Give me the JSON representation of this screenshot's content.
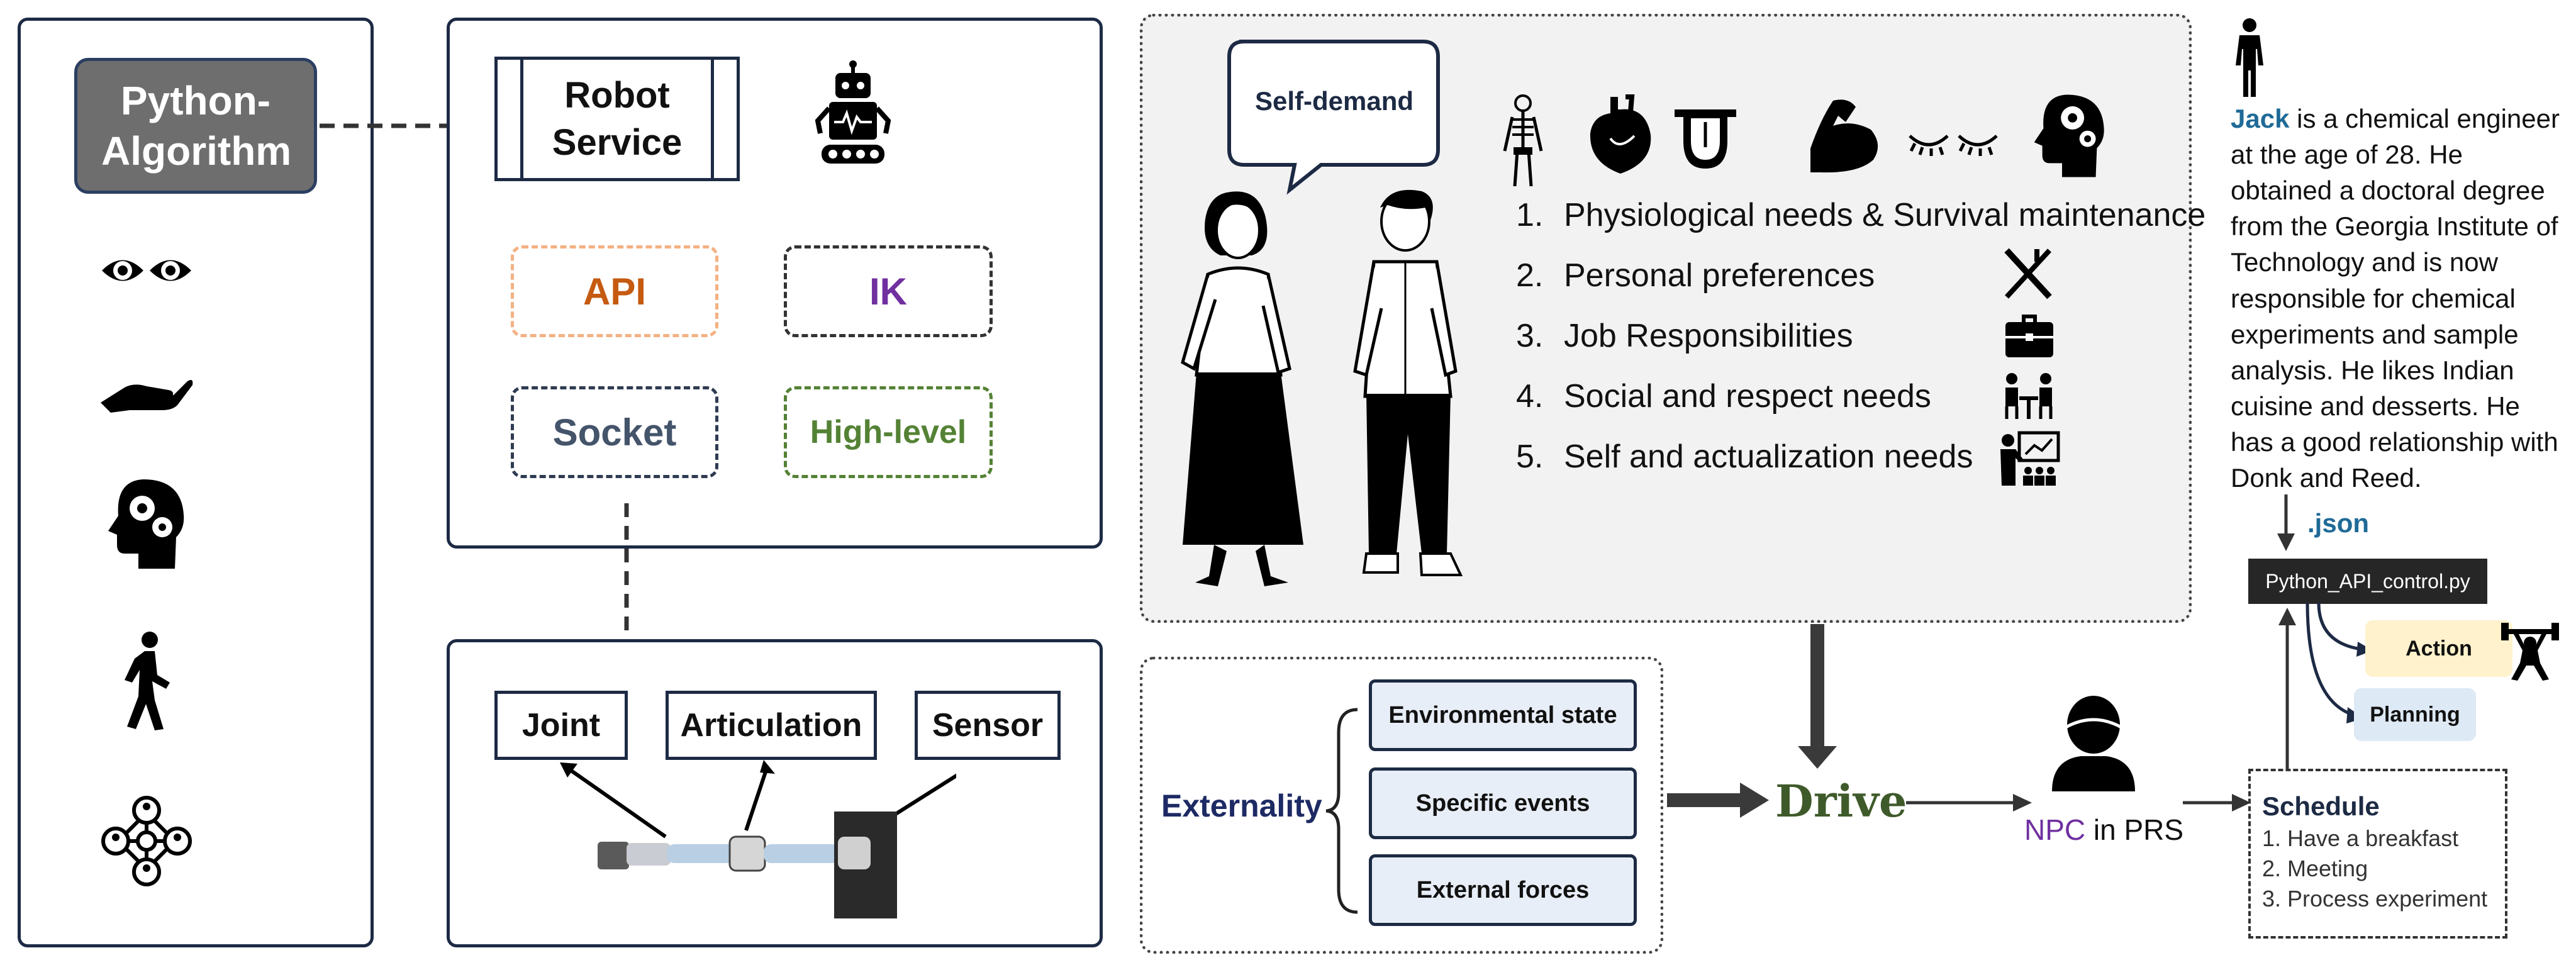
{
  "left_panel": {
    "algorithm_label": "Python-Algorithm",
    "icons": [
      "eyes-icon",
      "open-hand-icon",
      "brain-gears-icon",
      "walking-person-icon",
      "social-network-icon"
    ]
  },
  "robot_panel": {
    "service_label": "Robot Service",
    "robot_icon": "robot-icon",
    "api_label": "API",
    "ik_label": "IK",
    "socket_label": "Socket",
    "highlevel_label": "High-level",
    "colors": {
      "api": "#c55a11",
      "ik": "#7030a0",
      "socket": "#44546a",
      "highlevel": "#548235"
    }
  },
  "arm_panel": {
    "joint_label": "Joint",
    "articulation_label": "Articulation",
    "sensor_label": "Sensor"
  },
  "needs_panel": {
    "speech_label": "Self-demand",
    "needs": [
      {
        "num": "1.",
        "text": "Physiological needs & Survival maintenance"
      },
      {
        "num": "2.",
        "text": "Personal preferences"
      },
      {
        "num": "3.",
        "text": "Job Responsibilities"
      },
      {
        "num": "4.",
        "text": "Social and respect needs"
      },
      {
        "num": "5.",
        "text": "Self and actualization needs"
      }
    ],
    "icons": [
      "skeleton-icon",
      "heart-icon",
      "tongue-icon",
      "bicep-icon",
      "eyelashes-icon",
      "brain-gears-icon",
      "fork-knife-icon",
      "briefcase-icon",
      "meeting-icon",
      "teacher-icon"
    ]
  },
  "externality": {
    "label": "Externality",
    "items": [
      "Environmental state",
      "Specific events",
      "External forces"
    ]
  },
  "drive_label": "Drive",
  "npc": {
    "npc_word": "NPC",
    "rest": " in PRS",
    "npc_color": "#7030a0"
  },
  "profile": {
    "name": "Jack",
    "bio": " is a chemical engineer at the age of 28. He obtained a doctoral degree from the Georgia Institute of Technology and is now responsible for chemical experiments and sample analysis. He likes Indian cuisine and desserts. He has a good relationship with Donk and Reed.",
    "name_color": "#1f6a97"
  },
  "json_label": ".json",
  "python_file": "Python_API_control.py",
  "action_label": "Action",
  "planning_label": "Planning",
  "schedule": {
    "title": "Schedule",
    "items": [
      "1. Have a breakfast",
      "2. Meeting",
      "3. Process experiment"
    ]
  }
}
